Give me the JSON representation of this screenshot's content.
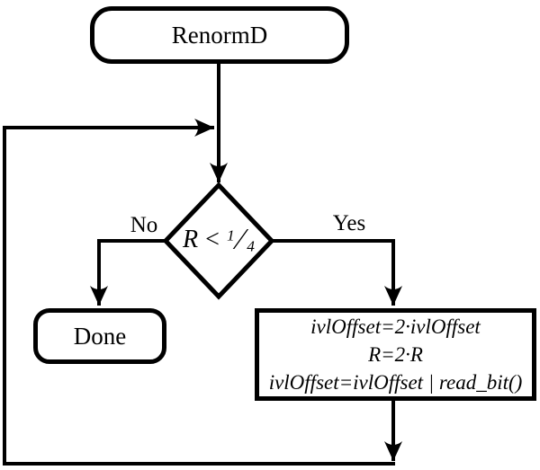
{
  "diagram": {
    "title": "RenormD flowchart",
    "colors": {
      "line": "#000000",
      "background": "#ffffff",
      "node_fill": "#ffffff"
    },
    "start_node": {
      "label": "RenormD"
    },
    "decision_node": {
      "variable": "R",
      "operator": "<",
      "fraction_numerator": "1",
      "fraction_slash": "⁄",
      "fraction_denominator": "4"
    },
    "no_branch": {
      "label": "No"
    },
    "yes_branch": {
      "label": "Yes"
    },
    "done_node": {
      "label": "Done"
    },
    "process_node": {
      "lines": [
        "ivlOffset=2·ivlOffset",
        "R=2·R",
        "ivlOffset=ivlOffset | read_bit()"
      ]
    }
  }
}
